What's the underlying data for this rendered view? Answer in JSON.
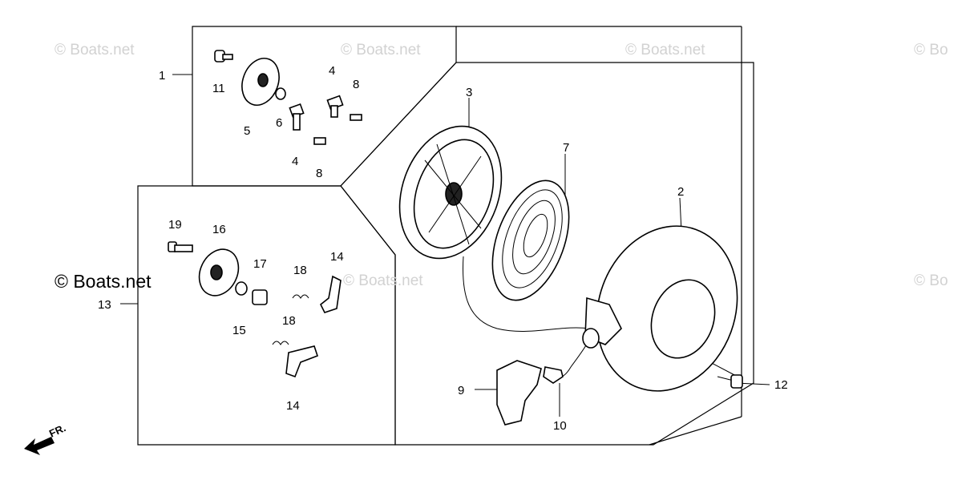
{
  "watermarks": [
    "© Boats.net",
    "© Boats.net",
    "© Boats.net",
    "© Bo",
    "© Boats.net",
    "© Bo"
  ],
  "watermark_main": "© Boats.net",
  "direction_label": "FR.",
  "callouts": [
    "1",
    "11",
    "5",
    "6",
    "4",
    "8",
    "4",
    "8",
    "3",
    "7",
    "2",
    "19",
    "16",
    "17",
    "15",
    "18",
    "14",
    "18",
    "14",
    "13",
    "9",
    "10",
    "12"
  ]
}
